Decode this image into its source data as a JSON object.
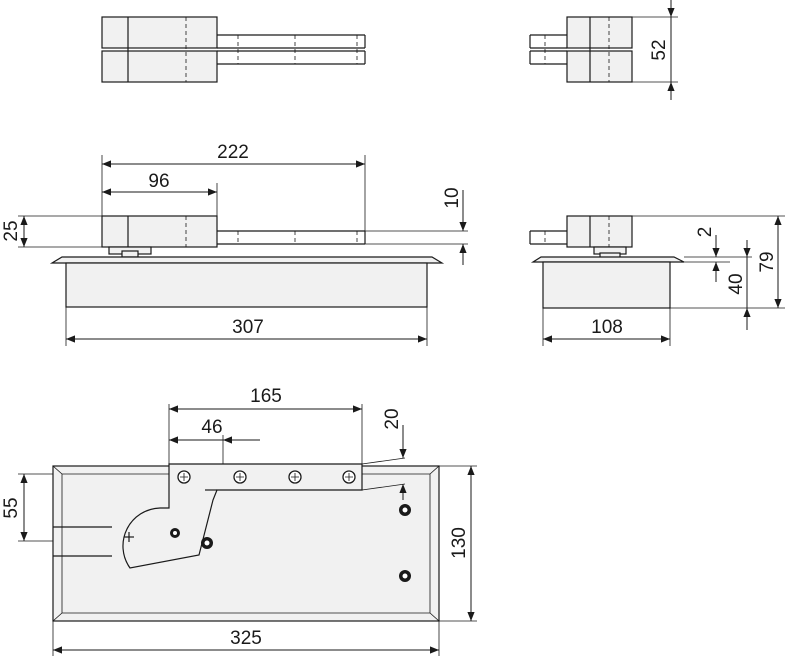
{
  "diagram": {
    "dimensions": {
      "d52": "52",
      "d222": "222",
      "d96": "96",
      "d10": "10",
      "d25": "25",
      "d307": "307",
      "d108": "108",
      "d2": "2",
      "d40": "40",
      "d79": "79",
      "d165": "165",
      "d46": "46",
      "d20": "20",
      "d55": "55",
      "d130": "130",
      "d325": "325"
    }
  }
}
